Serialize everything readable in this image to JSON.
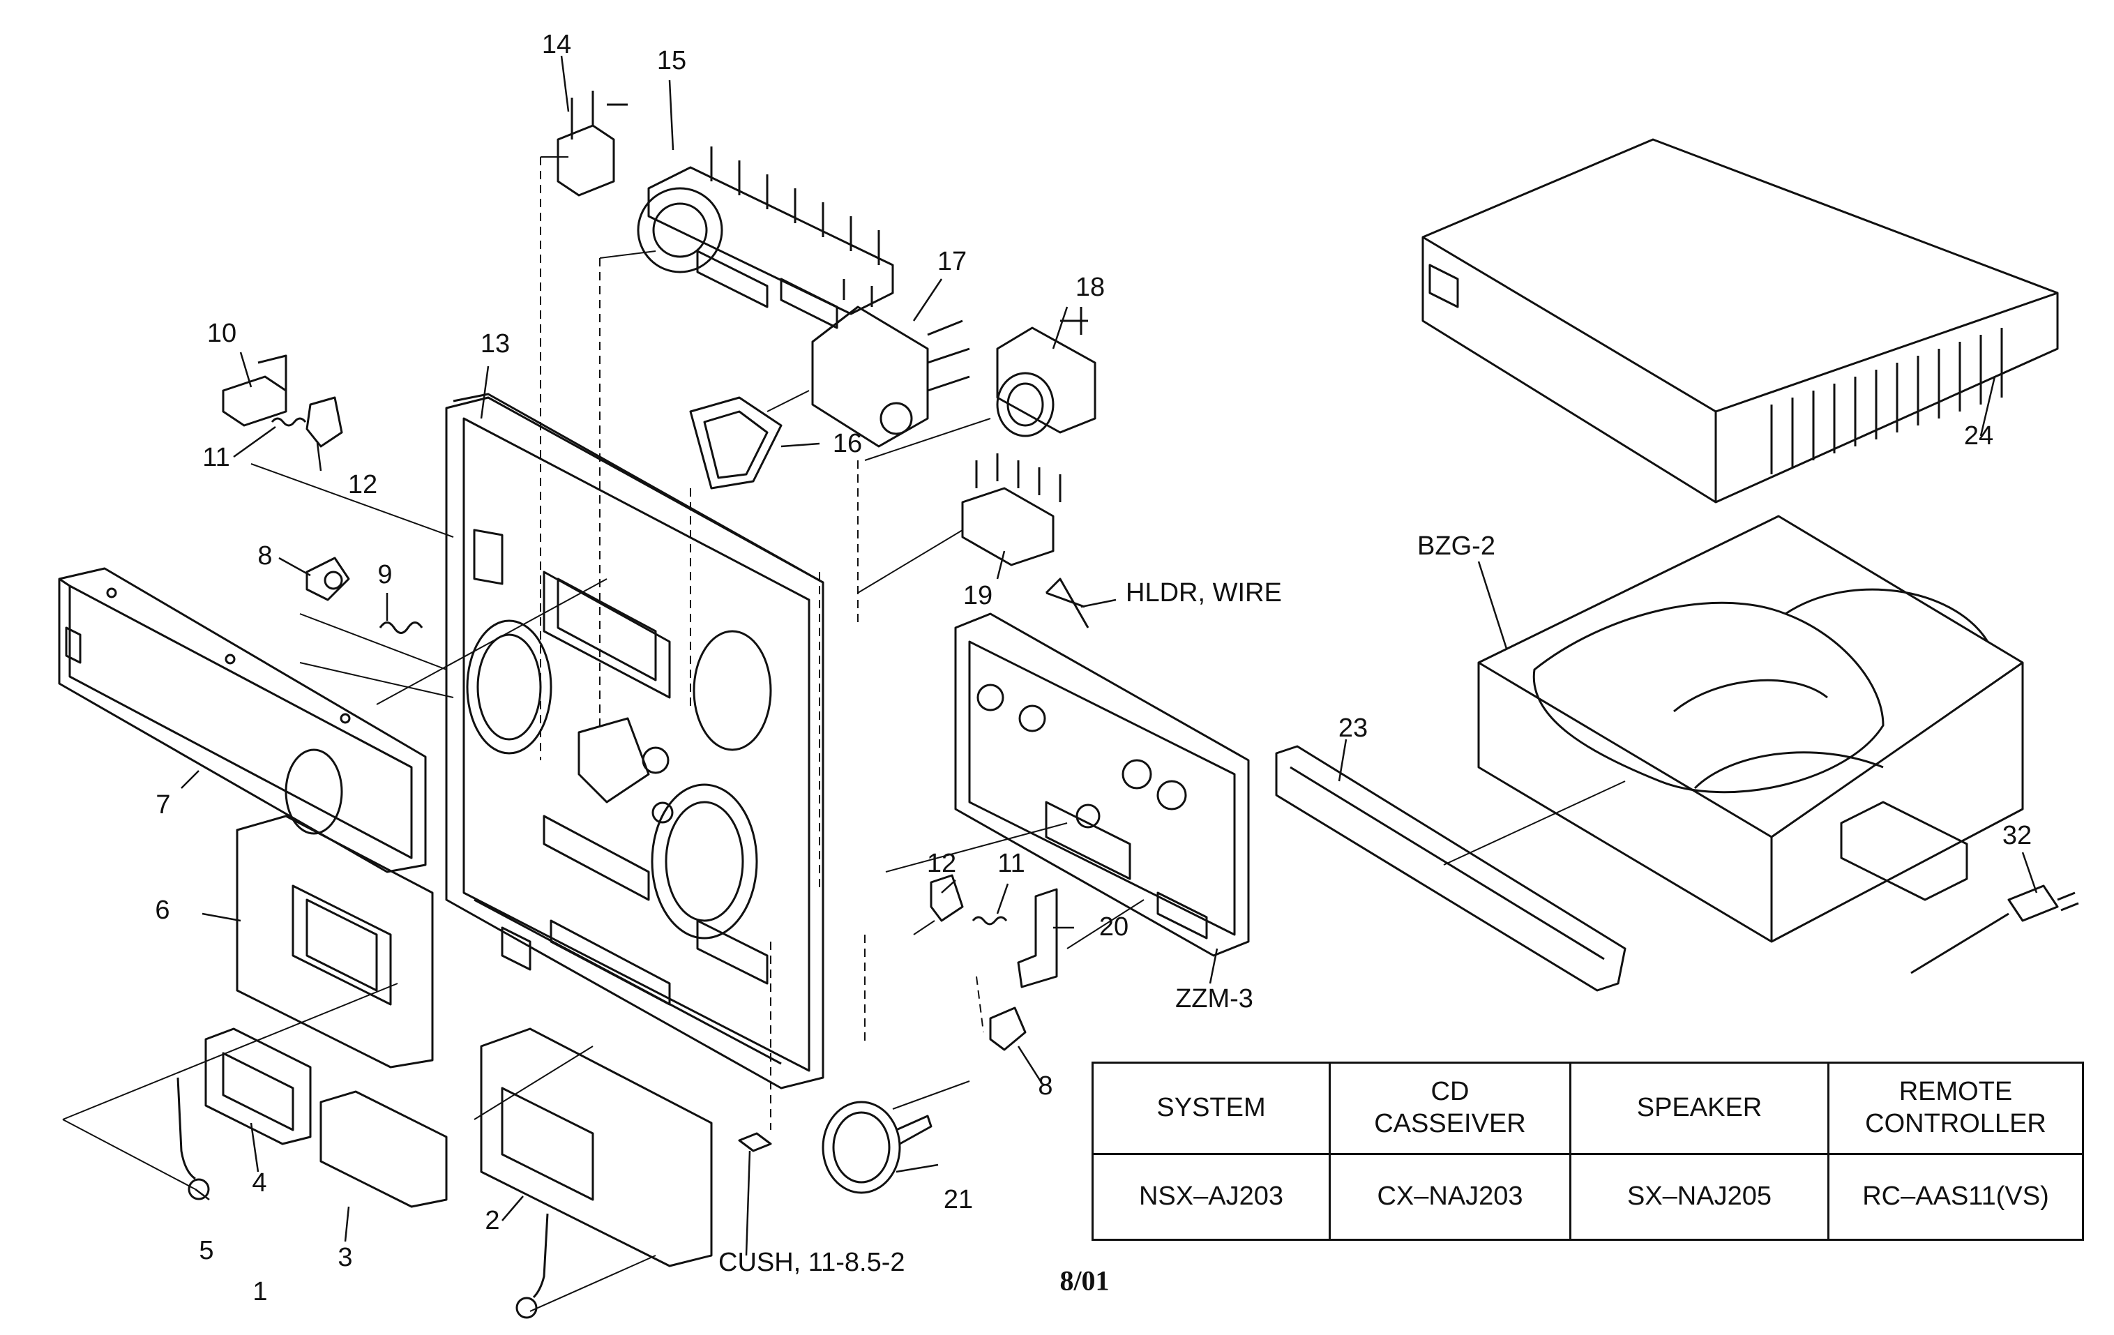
{
  "labels": {
    "p1": "1",
    "p2": "2",
    "p3": "3",
    "p4": "4",
    "p5": "5",
    "p6": "6",
    "p7": "7",
    "p8a": "8",
    "p8b": "8",
    "p9": "9",
    "p10": "10",
    "p11a": "11",
    "p11b": "11",
    "p12a": "12",
    "p12b": "12",
    "p13": "13",
    "p14": "14",
    "p15": "15",
    "p16": "16",
    "p17": "17",
    "p18": "18",
    "p19": "19",
    "p20": "20",
    "p21": "21",
    "p23": "23",
    "p24": "24",
    "p32": "32",
    "bzg": "BZG-2",
    "zzm": "ZZM-3",
    "hldr": "HLDR, WIRE",
    "cush": "CUSH, 11-8.5-2"
  },
  "date_code": "8/01",
  "model_table": {
    "headers": {
      "system": "SYSTEM",
      "cd_line1": "CD",
      "cd_line2": "CASSEIVER",
      "speaker": "SPEAKER",
      "remote_line1": "REMOTE",
      "remote_line2": "CONTROLLER"
    },
    "values": {
      "system": "NSX–AJ203",
      "cd": "CX–NAJ203",
      "speaker": "SX–NAJ205",
      "remote": "RC–AAS11(VS)"
    }
  },
  "colors": {
    "ink": "#111111",
    "paper": "#ffffff"
  }
}
